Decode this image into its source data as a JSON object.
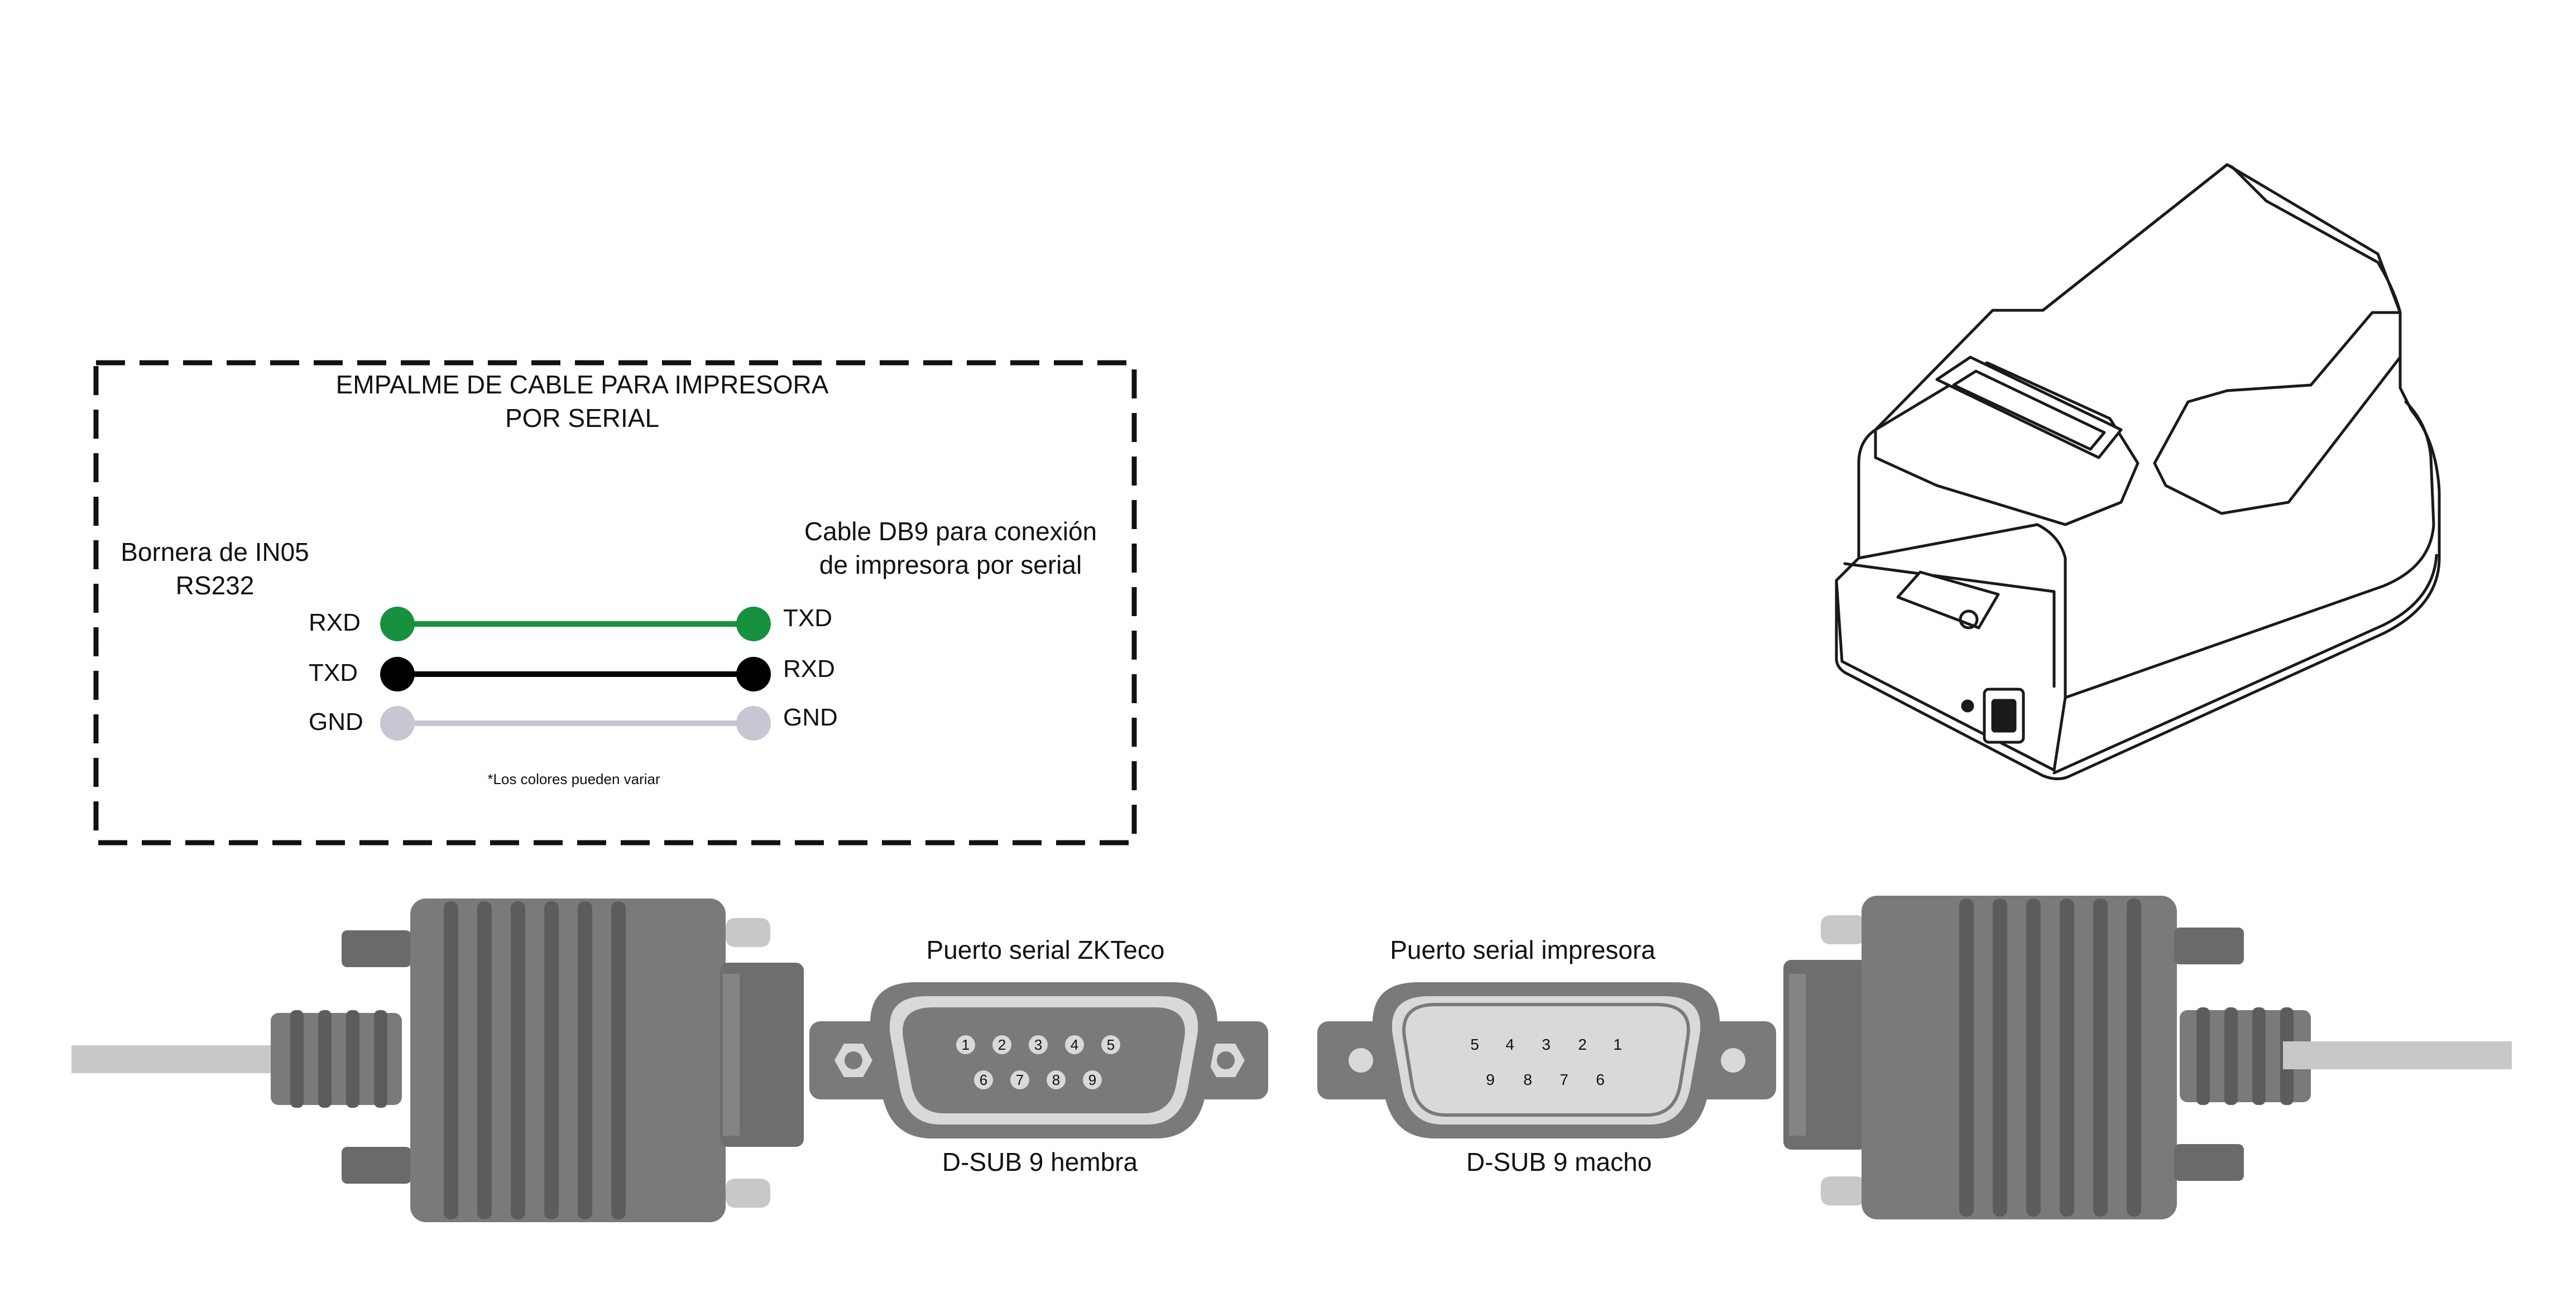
{
  "splice_box": {
    "title_line1": "EMPALME DE CABLE PARA IMPRESORA",
    "title_line2": "POR SERIAL",
    "left_label_line1": "Bornera de IN05",
    "left_label_line2": "RS232",
    "right_label_line1": "Cable DB9 para conexión",
    "right_label_line2": "de impresora por serial",
    "wires": [
      {
        "left": "RXD",
        "right": "TXD",
        "color": "#18913f"
      },
      {
        "left": "TXD",
        "right": "RXD",
        "color": "#000000"
      },
      {
        "left": "GND",
        "right": "GND",
        "color": "#c9c5d3"
      }
    ],
    "note": "*Los colores pueden variar"
  },
  "female_connector": {
    "title": "Puerto serial ZKTeco",
    "subtitle": "D-SUB 9 hembra",
    "row1": [
      "1",
      "2",
      "3",
      "4",
      "5"
    ],
    "row2": [
      "6",
      "7",
      "8",
      "9"
    ]
  },
  "male_connector": {
    "title": "Puerto serial impresora",
    "subtitle": "D-SUB 9 macho",
    "row1": [
      "5",
      "4",
      "3",
      "2",
      "1"
    ],
    "row2": [
      "9",
      "8",
      "7",
      "6"
    ]
  },
  "colors": {
    "connector_body": "#7a7a7a",
    "connector_dark": "#5c5c5c",
    "cable": "#c8c8c8",
    "port_face": "#d9d9d9"
  }
}
